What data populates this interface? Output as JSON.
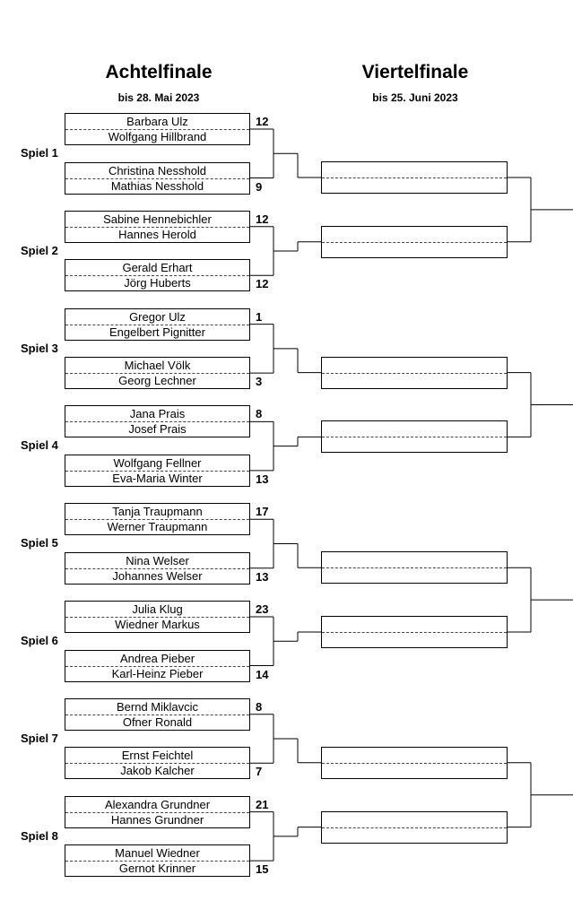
{
  "headers": {
    "r16_title": "Achtelfinale",
    "r16_deadline": "bis 28. Mai 2023",
    "qf_title": "Viertelfinale",
    "qf_deadline": "bis 25. Juni 2023"
  },
  "matches": [
    {
      "label": "Spiel 1",
      "pair_a": {
        "p1": "Barbara Ulz",
        "p2": "Wolfgang Hillbrand",
        "score": "12"
      },
      "pair_b": {
        "p1": "Christina Nesshold",
        "p2": "Mathias Nesshold",
        "score": "9"
      }
    },
    {
      "label": "Spiel 2",
      "pair_a": {
        "p1": "Sabine Hennebichler",
        "p2": "Hannes Herold",
        "score": "12"
      },
      "pair_b": {
        "p1": "Gerald Erhart",
        "p2": "Jörg Huberts",
        "score": "12"
      }
    },
    {
      "label": "Spiel 3",
      "pair_a": {
        "p1": "Gregor Ulz",
        "p2": "Engelbert Pignitter",
        "score": "1"
      },
      "pair_b": {
        "p1": "Michael Völk",
        "p2": "Georg Lechner",
        "score": "3"
      }
    },
    {
      "label": "Spiel 4",
      "pair_a": {
        "p1": "Jana Prais",
        "p2": "Josef Prais",
        "score": "8"
      },
      "pair_b": {
        "p1": "Wolfgang Fellner",
        "p2": "Eva-Maria Winter",
        "score": "13"
      }
    },
    {
      "label": "Spiel 5",
      "pair_a": {
        "p1": "Tanja Traupmann",
        "p2": "Werner Traupmann",
        "score": "17"
      },
      "pair_b": {
        "p1": "Nina Welser",
        "p2": "Johannes Welser",
        "score": "13"
      }
    },
    {
      "label": "Spiel 6",
      "pair_a": {
        "p1": "Julia Klug",
        "p2": "Wiedner Markus",
        "score": "23"
      },
      "pair_b": {
        "p1": "Andrea Pieber",
        "p2": "Karl-Heinz Pieber",
        "score": "14"
      }
    },
    {
      "label": "Spiel 7",
      "pair_a": {
        "p1": "Bernd Miklavcic",
        "p2": "Ofner Ronald",
        "score": "8"
      },
      "pair_b": {
        "p1": "Ernst Feichtel",
        "p2": "Jakob Kalcher",
        "score": "7"
      }
    },
    {
      "label": "Spiel 8",
      "pair_a": {
        "p1": "Alexandra Grundner",
        "p2": "Hannes Grundner",
        "score": "21"
      },
      "pair_b": {
        "p1": "Manuel Wiedner",
        "p2": "Gernot Krinner",
        "score": "15"
      }
    }
  ]
}
